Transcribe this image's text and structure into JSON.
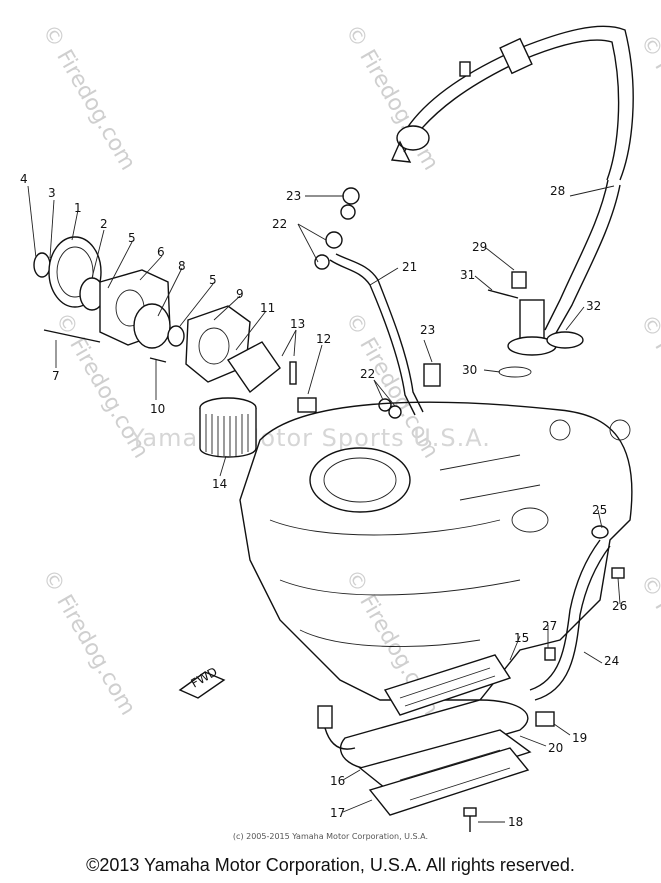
{
  "diagram": {
    "callouts": [
      "1",
      "2",
      "3",
      "4",
      "5",
      "5",
      "6",
      "7",
      "8",
      "9",
      "10",
      "11",
      "12",
      "13",
      "14",
      "15",
      "16",
      "17",
      "18",
      "19",
      "20",
      "21",
      "22",
      "22",
      "23",
      "23",
      "24",
      "25",
      "26",
      "27",
      "28",
      "29",
      "30",
      "31",
      "32"
    ],
    "badge_text": "FWD"
  },
  "watermarks": {
    "site": "© Firedog.com",
    "vendor": "Yamaha Motor Sports U.S.A."
  },
  "copyright_small": "(c) 2005-2015 Yamaha Motor Corporation, U.S.A.",
  "footer": "©2013 Yamaha Motor Corporation, U.S.A. All rights reserved."
}
